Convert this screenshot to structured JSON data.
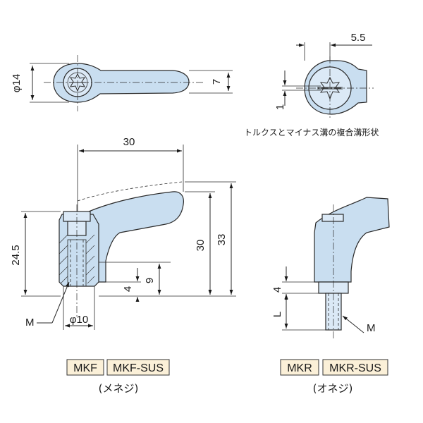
{
  "dimensions": {
    "top_phi14": "φ14",
    "top_7": "7",
    "detail_5_5": "5.5",
    "detail_1": "1",
    "side_30_width": "30",
    "side_24_5": "24.5",
    "side_30_height": "30",
    "side_33": "33",
    "side_4": "4",
    "side_9": "9",
    "side_phi10": "φ10",
    "side_M": "M",
    "mkr_4": "4",
    "mkr_L": "L",
    "mkr_M": "M"
  },
  "notes": {
    "torx_slot": "トルクスとマイナス溝の複合溝形状"
  },
  "variants": {
    "female": {
      "code": "MKF",
      "code_sus": "MKF-SUS",
      "label": "(メネジ)"
    },
    "male": {
      "code": "MKR",
      "code_sus": "MKR-SUS",
      "label": "(オネジ)"
    }
  },
  "colors": {
    "part_fill": "#c9def0",
    "tag_fill": "#fbf0d8"
  }
}
